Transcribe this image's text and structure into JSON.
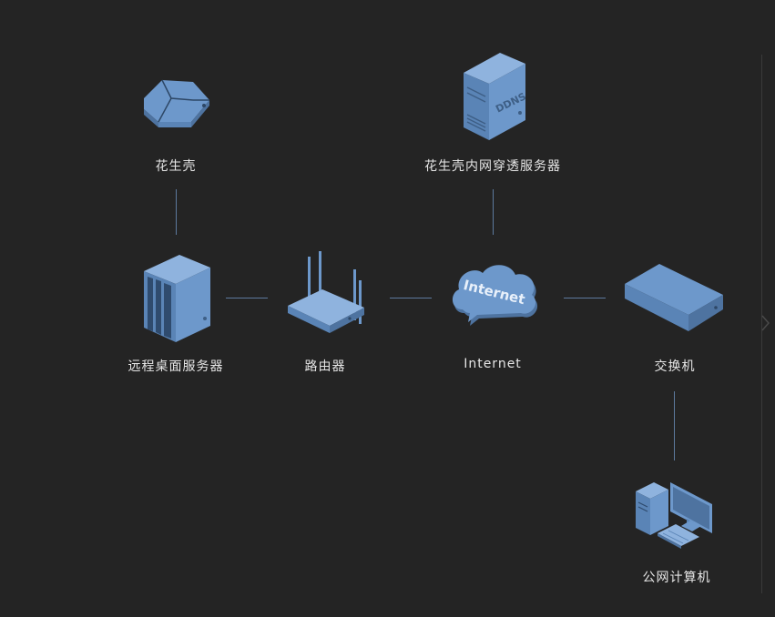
{
  "colors": {
    "background": "#242424",
    "device": "#6d98cb",
    "device_dark": "#4e73a0",
    "device_light": "#8fb3de",
    "line": "#5d7a9e",
    "label": "#e6e6e6"
  },
  "nodes": {
    "oray_box": {
      "label": "花生壳",
      "icon": "oray-router-icon"
    },
    "ddns_server": {
      "label": "花生壳内网穿透服务器",
      "icon": "server-icon",
      "badge": "DDNS"
    },
    "remote_desktop": {
      "label": "远程桌面服务器",
      "icon": "tower-server-icon"
    },
    "router": {
      "label": "路由器",
      "icon": "wifi-router-icon"
    },
    "internet": {
      "label": "Internet",
      "icon": "cloud-icon",
      "badge": "Internet"
    },
    "switch": {
      "label": "交换机",
      "icon": "network-switch-icon"
    },
    "public_pc": {
      "label": "公网计算机",
      "icon": "desktop-computer-icon"
    }
  }
}
